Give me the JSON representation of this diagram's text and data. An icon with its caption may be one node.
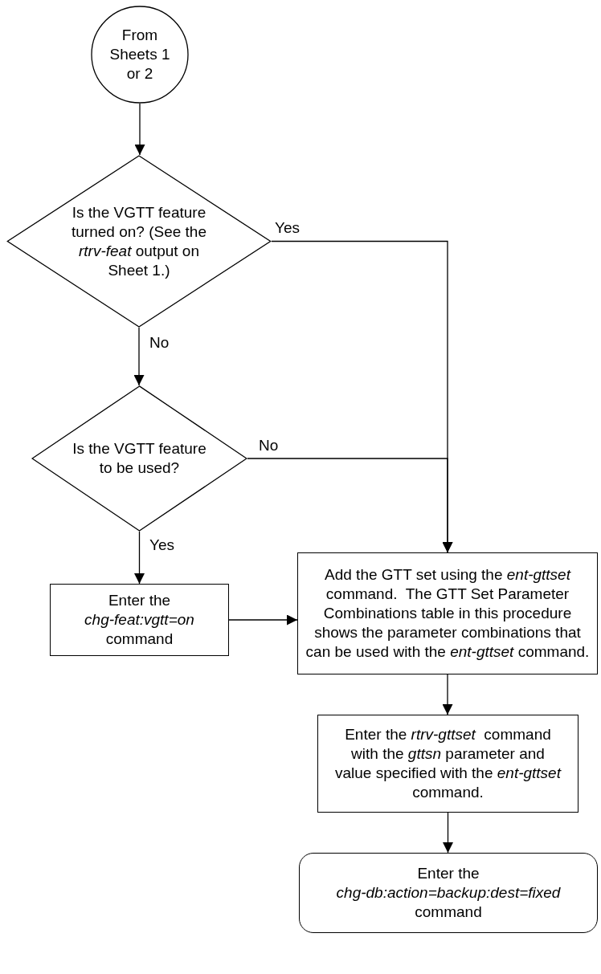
{
  "diagram": {
    "nodes": [
      {
        "text": [
          "From Sheets 1 or 2"
        ]
      },
      {
        "text": [
          "Is the VGTT feature turned on? (See the *rtrv-feat* output on Sheet 1.)"
        ]
      },
      {
        "text": [
          "Is the VGTT feature to be used?"
        ]
      },
      {
        "text": [
          "Enter the *chg-feat:vgtt=on* command"
        ]
      },
      {
        "text": [
          "Add the GTT set using the *ent-gttset* command.  The GTT Set Parameter Combinations table in this procedure shows the parameter combinations that can be used with the *ent-gttset* command."
        ]
      },
      {
        "text": [
          "Enter the *rtrv-gttset*  command with the *gttsn* parameter and value specified with the *ent-gttset* command."
        ]
      },
      {
        "text": [
          "Enter the *chg-db:action=backup:dest=fixed* command"
        ]
      }
    ],
    "edges": [
      {
        "from": 0,
        "to": 1,
        "arrow": "to"
      },
      {
        "from": 1,
        "to": 4,
        "arrow": "to",
        "label": "Yes"
      },
      {
        "from": 1,
        "to": 2,
        "arrow": "to",
        "label": "No"
      },
      {
        "from": 2,
        "to": 4,
        "arrow": "to",
        "label": "No"
      },
      {
        "from": 2,
        "to": 3,
        "arrow": "to",
        "label": "Yes"
      },
      {
        "from": 3,
        "to": 4,
        "arrow": "to"
      },
      {
        "from": 4,
        "to": 5,
        "arrow": "to"
      },
      {
        "from": 5,
        "to": 6,
        "arrow": "to"
      }
    ]
  }
}
